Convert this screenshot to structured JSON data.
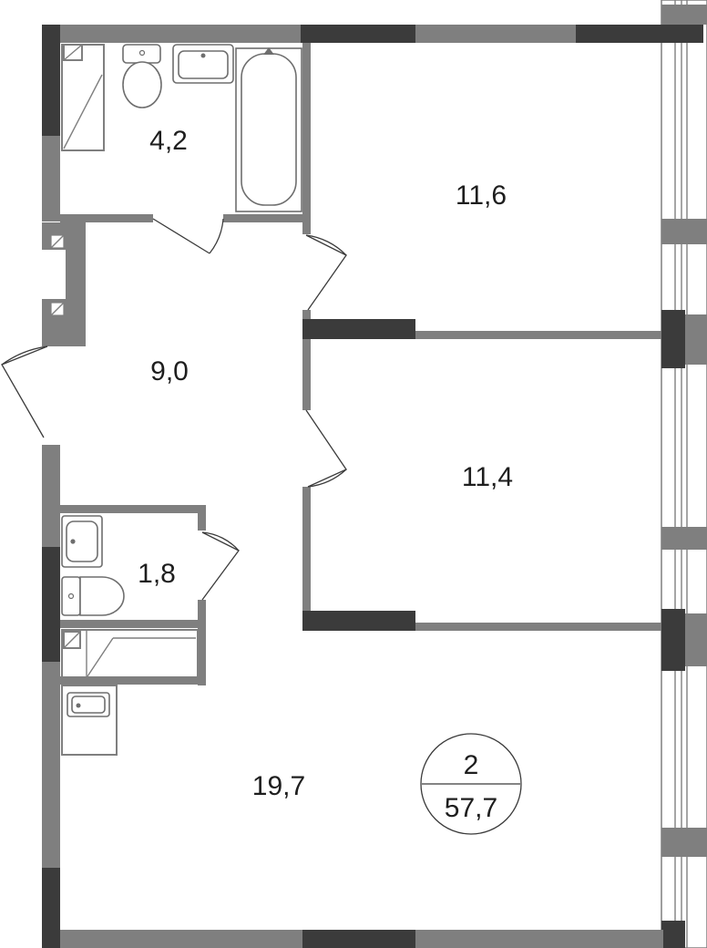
{
  "rooms": {
    "bathroom": {
      "area": "4,2"
    },
    "bedroom_top": {
      "area": "11,6"
    },
    "hallway": {
      "area": "9,0"
    },
    "bedroom_middle": {
      "area": "11,4"
    },
    "toilet": {
      "area": "1,8"
    },
    "living_kitchen": {
      "area": "19,7"
    }
  },
  "summary": {
    "rooms_count": "2",
    "total_area": "57,7"
  }
}
